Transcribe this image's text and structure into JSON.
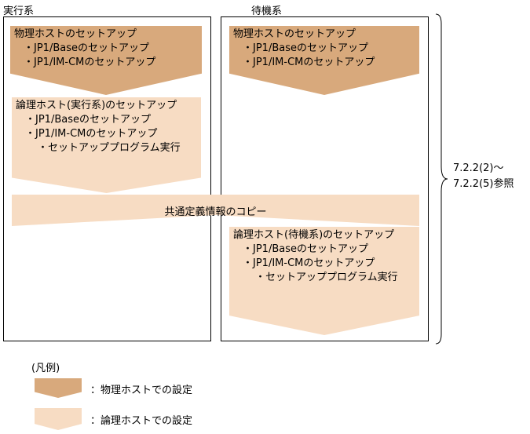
{
  "columns": {
    "active_title": "実行系",
    "standby_title": "待機系"
  },
  "active": {
    "physical": {
      "title": "物理ホストのセットアップ",
      "items": [
        "・JP1/Baseのセットアップ",
        "・JP1/IM-CMのセットアップ"
      ]
    },
    "logical": {
      "title": "論理ホスト(実行系)のセットアップ",
      "items": [
        "・JP1/Baseのセットアップ",
        "・JP1/IM-CMのセットアップ"
      ],
      "subitem": "・セットアッププログラム実行"
    }
  },
  "standby": {
    "physical": {
      "title": "物理ホストのセットアップ",
      "items": [
        "・JP1/Baseのセットアップ",
        "・JP1/IM-CMのセットアップ"
      ]
    },
    "logical": {
      "title": "論理ホスト(待機系)のセットアップ",
      "items": [
        "・JP1/Baseのセットアップ",
        "・JP1/IM-CMのセットアップ"
      ],
      "subitem": "・セットアッププログラム実行"
    }
  },
  "copy_step": "共通定義情報のコピー",
  "reference": [
    "7.2.2(2)～",
    "7.2.2(5)参照"
  ],
  "legend": {
    "title": "(凡例)",
    "physical": "：物理ホストでの設定",
    "logical": "：論理ホストでの設定"
  },
  "colors": {
    "physical": "#d8a97c",
    "logical": "#f7dcc3"
  }
}
